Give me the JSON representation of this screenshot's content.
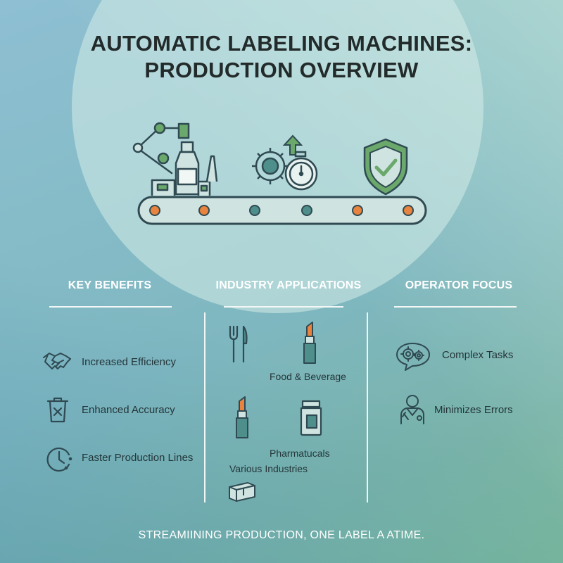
{
  "title": {
    "line1": "AUTOMATIC LABELING MACHINES:",
    "line2": "PRODUCTION OVERVIEW"
  },
  "illustration": {
    "icons": [
      "robot-arm-icon",
      "bottle-icon",
      "factory-icon",
      "gear-icon",
      "up-arrow-icon",
      "stopwatch-icon",
      "shield-check-icon",
      "conveyor-belt-icon"
    ],
    "roller_colors": [
      "#e8843f",
      "#e8843f",
      "#4e8f8c",
      "#4e8f8c",
      "#e8843f",
      "#e8843f"
    ]
  },
  "columns": {
    "benefits": {
      "heading": "KEY BENEFITS",
      "items": [
        {
          "label": "Increased Efficiency",
          "icon": "handshake-icon"
        },
        {
          "label": "Enhanced Accuracy",
          "icon": "trash-bin-icon"
        },
        {
          "label": "Faster Production Lines",
          "icon": "clock-icon"
        }
      ]
    },
    "applications": {
      "heading": "INDUSTRY APPLICATIONS",
      "labels": [
        "Food & Beverage",
        "Pharmatucals",
        "Various Industries"
      ],
      "icons": [
        "fork-knife-icon",
        "lipstick-icon",
        "lipstick-icon",
        "medicine-bottle-icon",
        "box-icon"
      ]
    },
    "operator": {
      "heading": "OPERATOR FOCUS",
      "items": [
        {
          "label": "Complex Tasks",
          "icon": "gears-bubble-icon"
        },
        {
          "label": "Minimizes Errors",
          "icon": "operator-icon"
        }
      ]
    }
  },
  "footer": "STREAMIINING PRODUCTION, ONE LABEL A ATIME.",
  "colors": {
    "orange": "#e8843f",
    "teal": "#4e8f8c",
    "green": "#6aa86b",
    "line": "#2f4a52"
  }
}
